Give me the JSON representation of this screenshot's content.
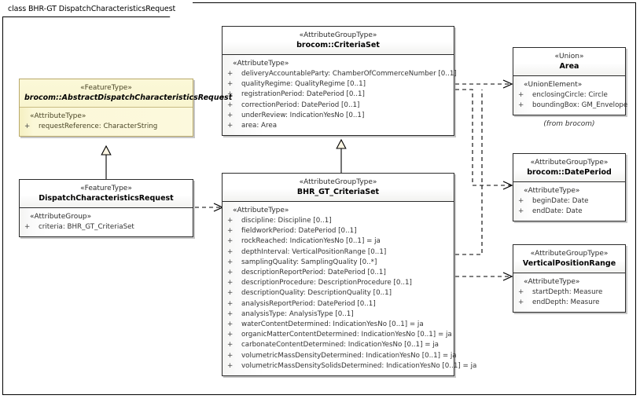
{
  "diagram": {
    "frame_label": "class BHR-GT DispatchCharacteristicsRequest",
    "colors": {
      "border": "#2b2b2b",
      "yellow_fill": "#fbf8d8",
      "yellow_border": "#b9a96a",
      "white_fill": "#ffffff",
      "line": "#000000"
    }
  },
  "classes": {
    "criteria_set": {
      "stereotype": "«AttributeGroupType»",
      "name": "brocom::CriteriaSet",
      "group_label": "«AttributeType»",
      "attributes": [
        {
          "visibility": "+",
          "text": "deliveryAccountableParty: ChamberOfCommerceNumber [0..1]"
        },
        {
          "visibility": "+",
          "text": "qualityRegime: QualityRegime [0..1]"
        },
        {
          "visibility": "+",
          "text": "registrationPeriod: DatePeriod [0..1]"
        },
        {
          "visibility": "+",
          "text": "correctionPeriod: DatePeriod [0..1]"
        },
        {
          "visibility": "+",
          "text": "underReview: IndicationYesNo [0..1]"
        },
        {
          "visibility": "+",
          "text": "area: Area"
        }
      ]
    },
    "abstract_request": {
      "stereotype": "«FeatureType»",
      "name": "brocom::AbstractDispatchCharacteristicsRequest",
      "group_label": "«AttributeType»",
      "attributes": [
        {
          "visibility": "+",
          "text": "requestReference: CharacterString"
        }
      ]
    },
    "dispatch_request": {
      "stereotype": "«FeatureType»",
      "name": "DispatchCharacteristicsRequest",
      "group_label": "«AttributeGroup»",
      "attributes": [
        {
          "visibility": "+",
          "text": "criteria: BHR_GT_CriteriaSet"
        }
      ]
    },
    "bhr_gt_criteria_set": {
      "stereotype": "«AttributeGroupType»",
      "name": "BHR_GT_CriteriaSet",
      "group_label": "«AttributeType»",
      "attributes": [
        {
          "visibility": "+",
          "text": "discipline: Discipline [0..1]"
        },
        {
          "visibility": "+",
          "text": "fieldworkPeriod: DatePeriod [0..1]"
        },
        {
          "visibility": "+",
          "text": "rockReached: IndicationYesNo [0..1] = ja"
        },
        {
          "visibility": "+",
          "text": "depthInterval: VerticalPositionRange [0..1]"
        },
        {
          "visibility": "+",
          "text": "samplingQuality: SamplingQuality [0..*]"
        },
        {
          "visibility": "+",
          "text": "descriptionReportPeriod: DatePeriod [0..1]"
        },
        {
          "visibility": "+",
          "text": "descriptionProcedure: DescriptionProcedure [0..1]"
        },
        {
          "visibility": "+",
          "text": "descriptionQuality: DescriptionQuality [0..1]"
        },
        {
          "visibility": "+",
          "text": "analysisReportPeriod: DatePeriod [0..1]"
        },
        {
          "visibility": "+",
          "text": "analysisType: AnalysisType [0..1]"
        },
        {
          "visibility": "+",
          "text": "waterContentDetermined: IndicationYesNo [0..1] = ja"
        },
        {
          "visibility": "+",
          "text": "organicMatterContentDetermined: IndicationYesNo [0..1] = ja"
        },
        {
          "visibility": "+",
          "text": "carbonateContentDetermined: IndicationYesNo [0..1] = ja"
        },
        {
          "visibility": "+",
          "text": "volumetricMassDensityDetermined: IndicationYesNo [0..1] = ja"
        },
        {
          "visibility": "+",
          "text": "volumetricMassDensitySolidsDetermined: IndicationYesNo [0..1] = ja"
        }
      ]
    },
    "area": {
      "stereotype": "«Union»",
      "name": "Area",
      "group_label": "«UnionElement»",
      "note": "(from brocom)",
      "attributes": [
        {
          "visibility": "+",
          "text": "enclosingCircle: Circle"
        },
        {
          "visibility": "+",
          "text": "boundingBox: GM_Envelope"
        }
      ]
    },
    "date_period": {
      "stereotype": "«AttributeGroupType»",
      "name": "brocom::DatePeriod",
      "group_label": "«AttributeType»",
      "attributes": [
        {
          "visibility": "+",
          "text": "beginDate: Date"
        },
        {
          "visibility": "+",
          "text": "endDate: Date"
        }
      ]
    },
    "vertical_position_range": {
      "stereotype": "«AttributeGroupType»",
      "name": "VerticalPositionRange",
      "group_label": "«AttributeType»",
      "attributes": [
        {
          "visibility": "+",
          "text": "startDepth: Measure"
        },
        {
          "visibility": "+",
          "text": "endDepth: Measure"
        }
      ]
    }
  },
  "relationships": [
    {
      "kind": "generalization",
      "from": "DispatchCharacteristicsRequest",
      "to": "brocom::AbstractDispatchCharacteristicsRequest"
    },
    {
      "kind": "generalization",
      "from": "BHR_GT_CriteriaSet",
      "to": "brocom::CriteriaSet"
    },
    {
      "kind": "dependency",
      "from": "DispatchCharacteristicsRequest",
      "to": "BHR_GT_CriteriaSet"
    },
    {
      "kind": "dependency",
      "from": "brocom::CriteriaSet",
      "to": "Area"
    },
    {
      "kind": "dependency",
      "from": "BHR_GT_CriteriaSet",
      "to": "brocom::DatePeriod"
    },
    {
      "kind": "dependency",
      "from": "BHR_GT_CriteriaSet",
      "to": "VerticalPositionRange"
    }
  ]
}
